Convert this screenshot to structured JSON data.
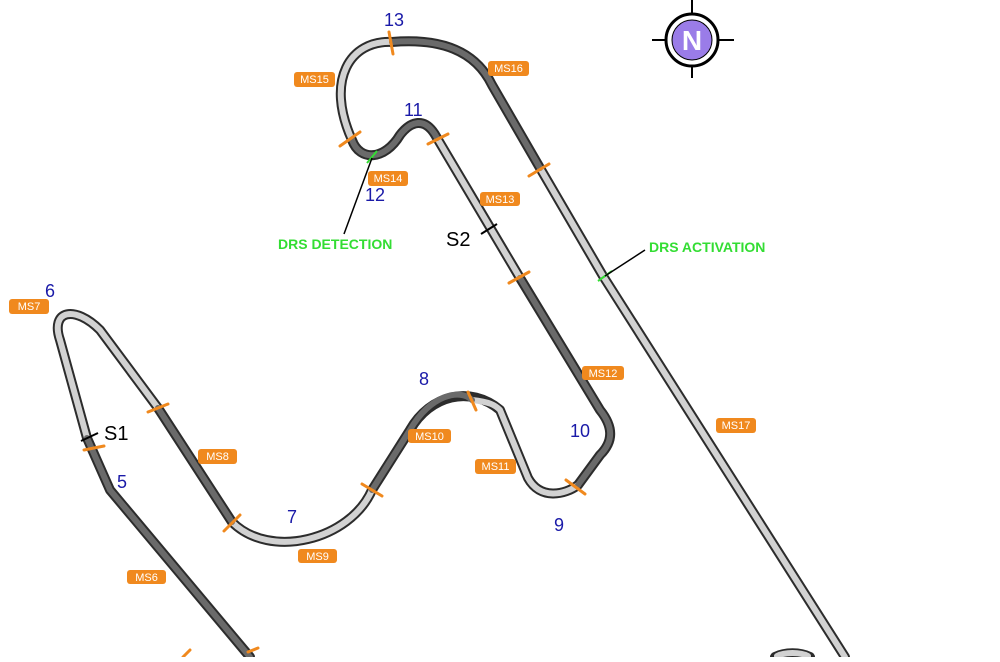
{
  "compass": {
    "label": "N",
    "icon": "compass-north-icon",
    "color": "#9a7ce8"
  },
  "colors": {
    "track_light": "#d2d2d2",
    "track_dark": "#6a6a6a",
    "track_outline": "#2c2c2c",
    "marker": "#f0891e",
    "turn_number": "#1a1aa8",
    "drs": "#33dd33"
  },
  "turns": [
    "5",
    "6",
    "7",
    "8",
    "9",
    "10",
    "11",
    "12",
    "13"
  ],
  "sectors": [
    "S1",
    "S2"
  ],
  "drs": {
    "detection": "DRS DETECTION",
    "activation": "DRS ACTIVATION"
  },
  "mini_sectors": [
    "MS6",
    "MS7",
    "MS8",
    "MS9",
    "MS10",
    "MS11",
    "MS12",
    "MS13",
    "MS14",
    "MS15",
    "MS16",
    "MS17"
  ]
}
